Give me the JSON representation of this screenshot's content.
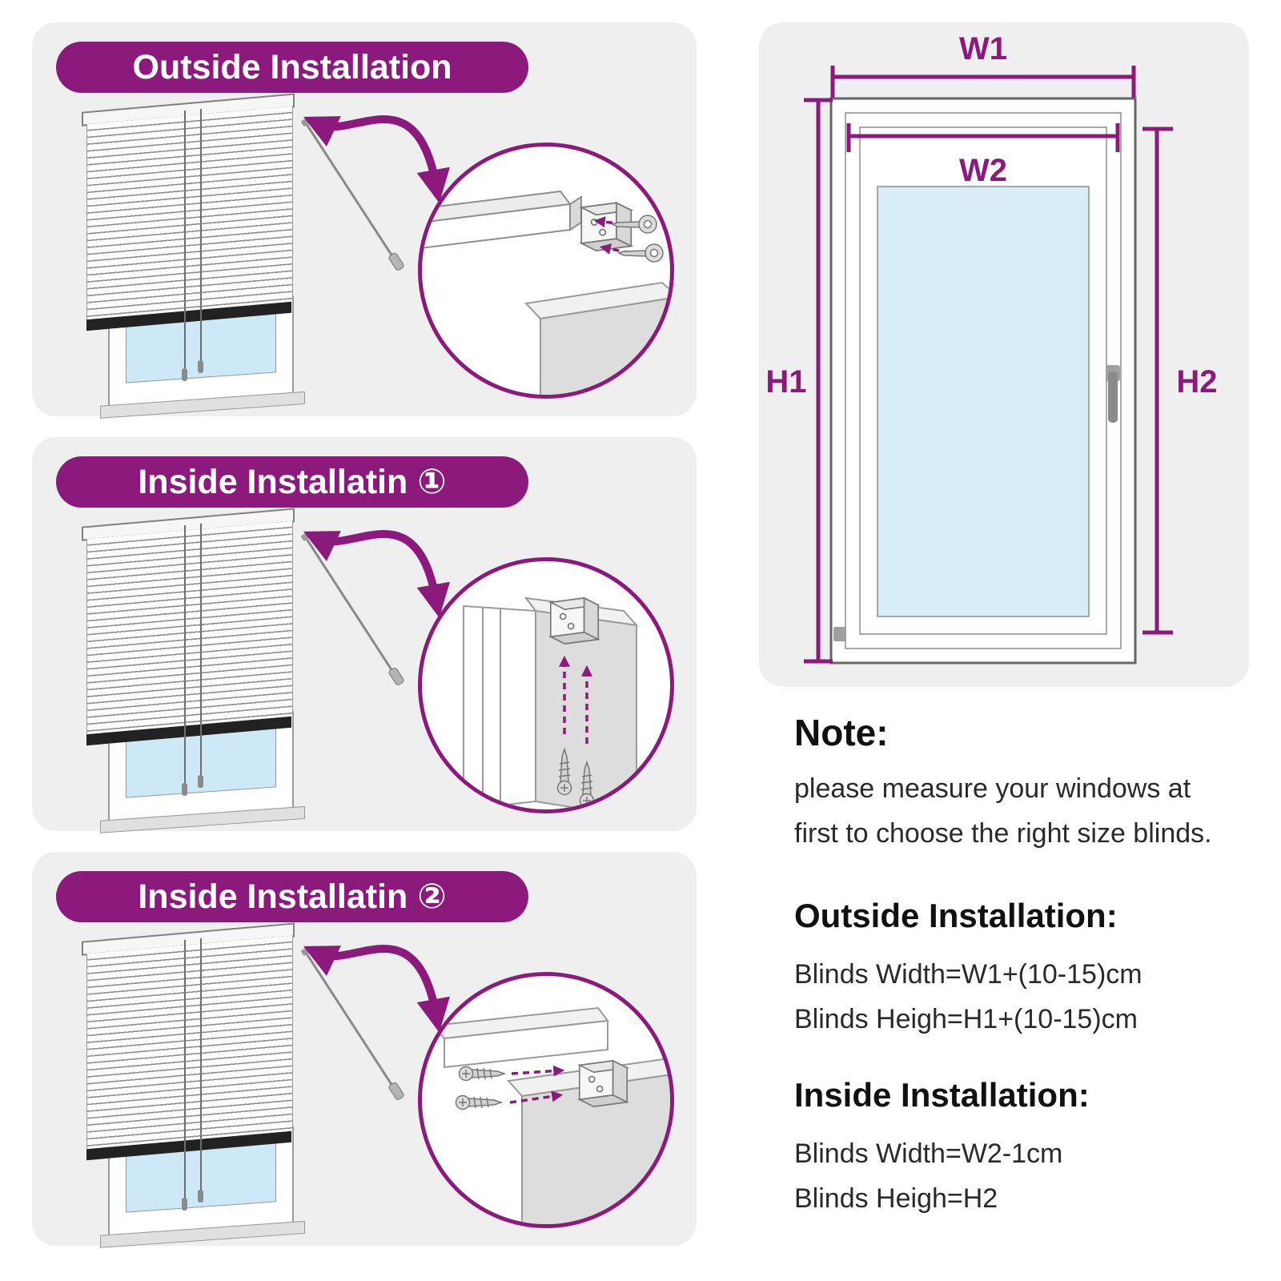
{
  "colors": {
    "accent": "#8c1a7c",
    "panel_background": "#efeff0",
    "glass_blue": "#cde9f7"
  },
  "panels": [
    {
      "title": "Outside Installation"
    },
    {
      "title": "Inside Installatin ①"
    },
    {
      "title": "Inside Installatin ②"
    }
  ],
  "measure": {
    "w1": "W1",
    "w2": "W2",
    "h1": "H1",
    "h2": "H2"
  },
  "notes": {
    "title": "Note:",
    "line1": "please measure your windows at",
    "line2": "first to choose the right size blinds.",
    "outside": {
      "title": "Outside Installation:",
      "width": "Blinds Width=W1+(10-15)cm",
      "height": "Blinds Heigh=H1+(10-15)cm"
    },
    "inside": {
      "title": "Inside Installation:",
      "width": "Blinds Width=W2-1cm",
      "height": "Blinds Heigh=H2"
    }
  }
}
